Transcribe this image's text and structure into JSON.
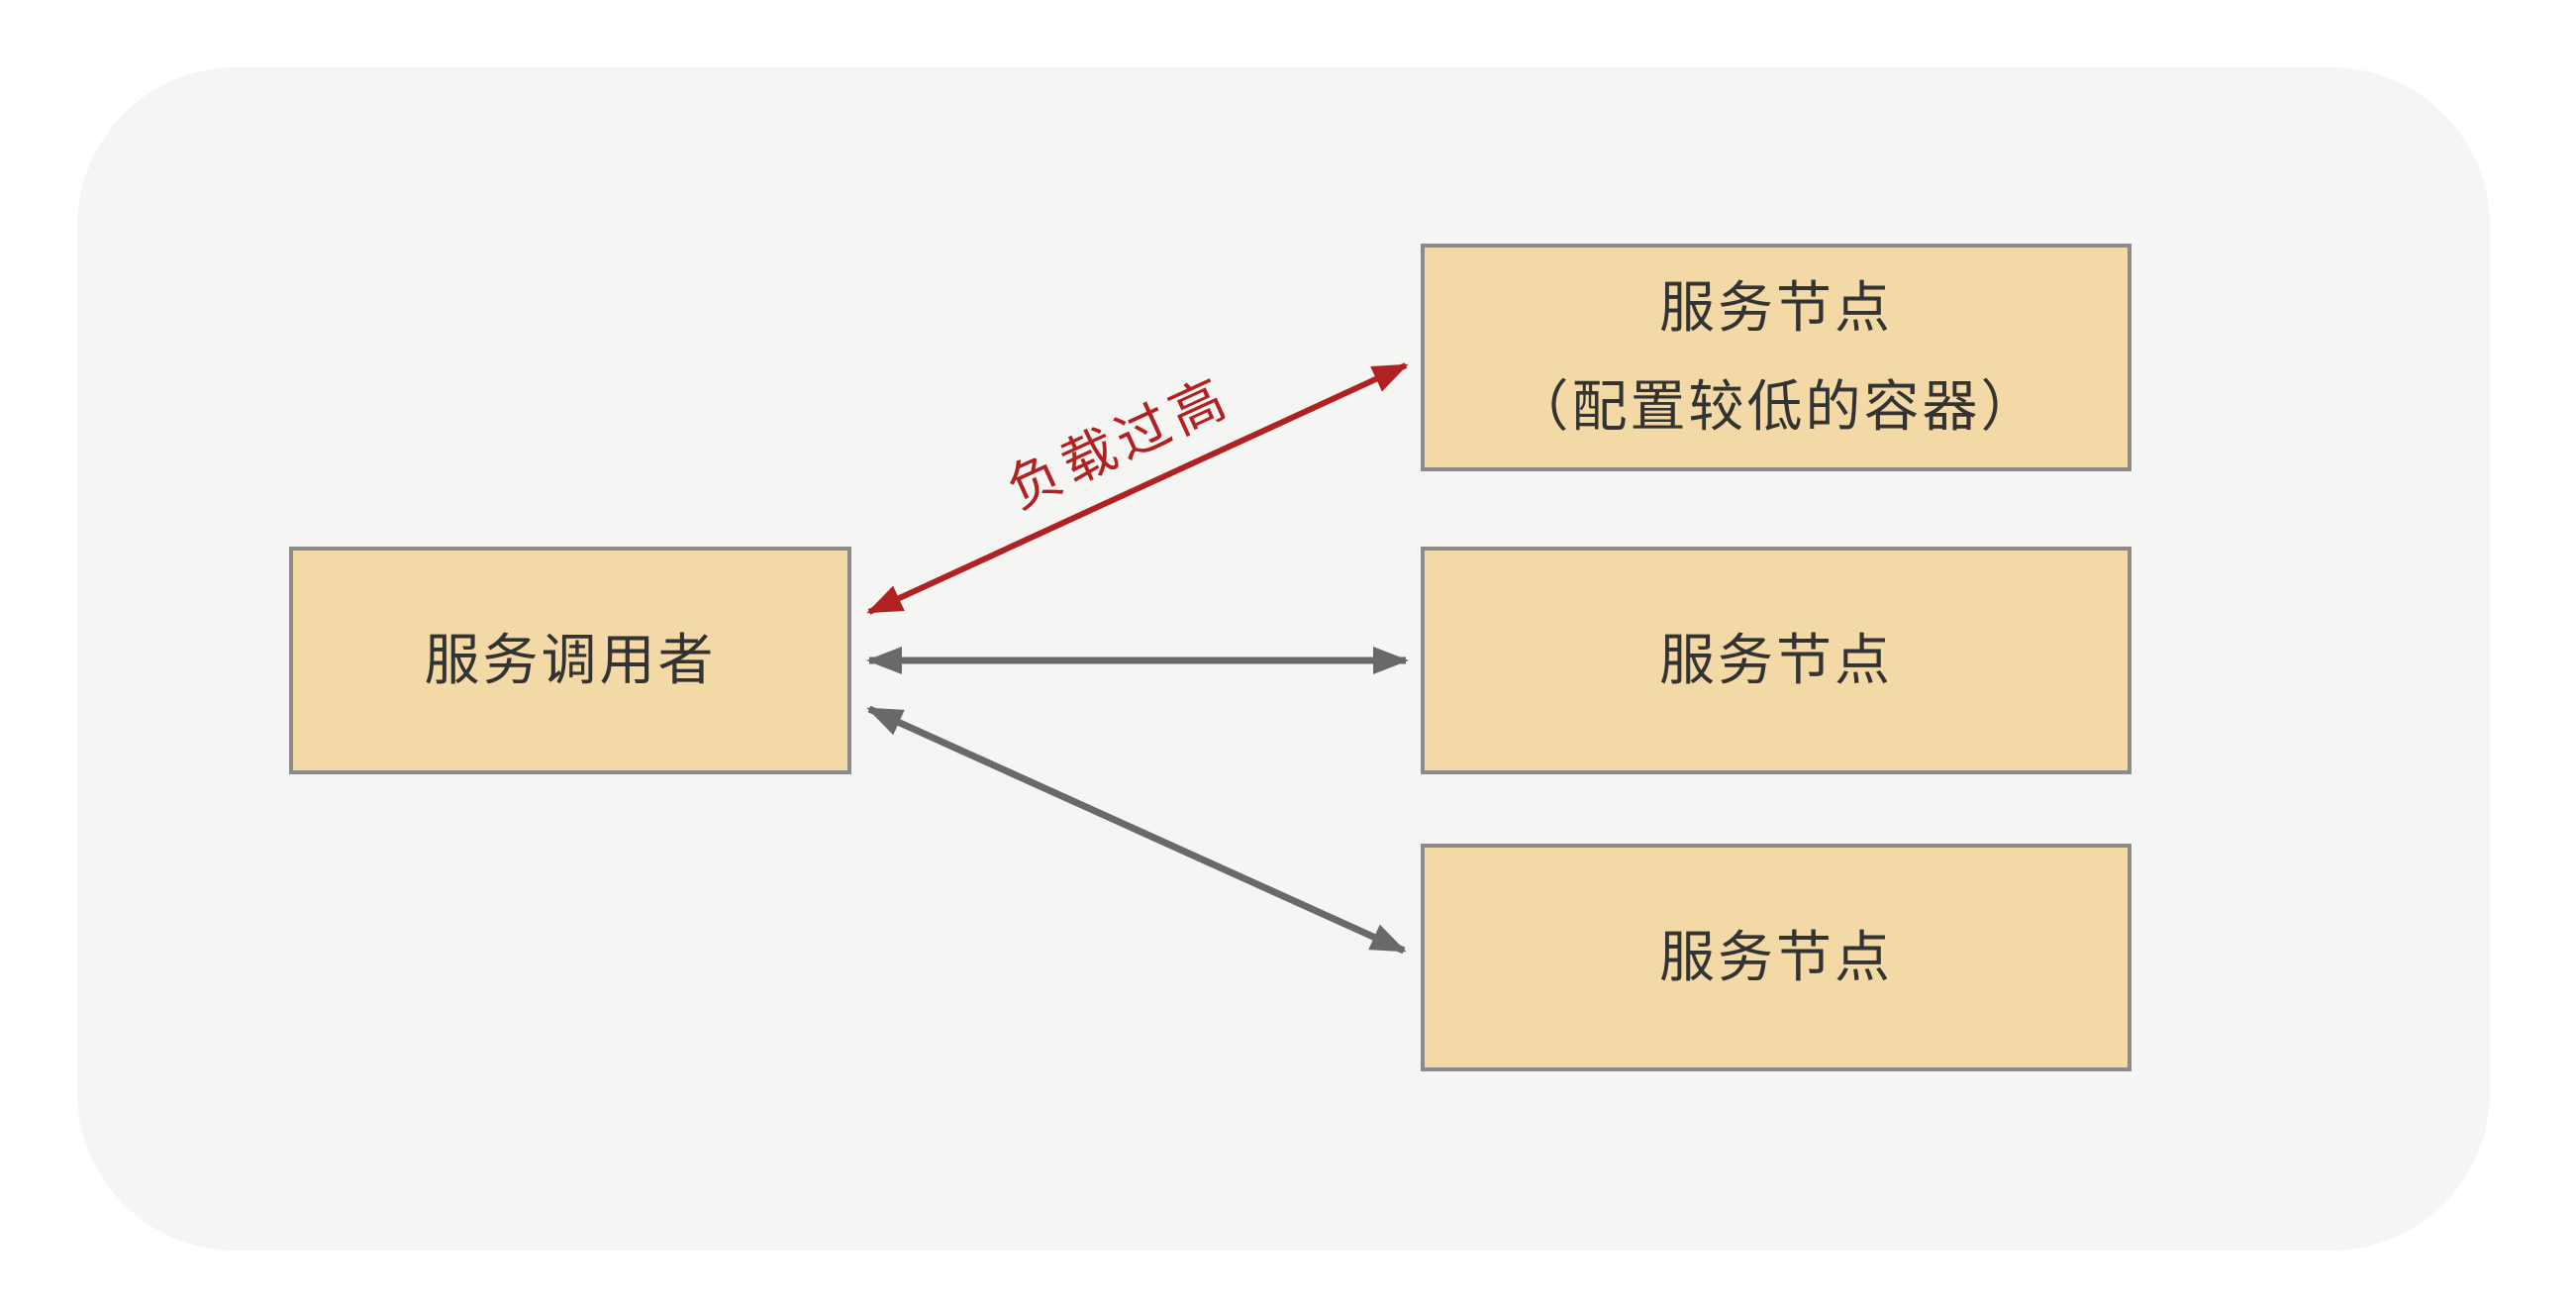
{
  "diagram": {
    "caller_label": "服务调用者",
    "node_top_line1": "服务节点",
    "node_top_line2": "（配置较低的容器）",
    "node_middle_label": "服务节点",
    "node_bottom_label": "服务节点",
    "overload_label": "负载过高"
  },
  "colors": {
    "page_bg": "#ffffff",
    "canvas_bg": "#f5f5f3",
    "box_fill": "#f3d9a5",
    "box_border": "#8b8b8b",
    "box_text": "#333333",
    "arrow_gray": "#696969",
    "arrow_red": "#b12121"
  }
}
